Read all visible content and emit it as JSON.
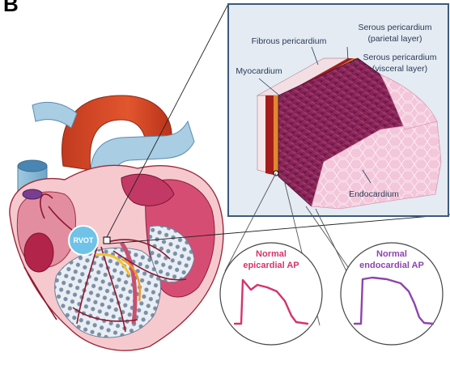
{
  "panel_letter": "B",
  "heart": {
    "rvot_label": "RVOT"
  },
  "inset": {
    "labels": {
      "serous_parietal_line1": "Serous pericardium",
      "serous_parietal_line2": "(parietal layer)",
      "fibrous": "Fibrous pericardium",
      "serous_visceral_line1": "Serous pericardium",
      "serous_visceral_line2": "(visceral layer)",
      "myocardium": "Myocardium",
      "endocardium": "Endocardium"
    }
  },
  "action_potentials": {
    "epicardial": {
      "line1": "Normal",
      "line2": "epicardial AP",
      "color": "#d6336c"
    },
    "endocardial": {
      "line1": "Normal",
      "line2": "endocardial AP",
      "color": "#8e44ad"
    }
  },
  "colors": {
    "inset_border": "#3d5a7a",
    "inset_bg": "#e4ebf3",
    "myocardium": "#8a1f55",
    "endocardium": "#f2c4d8",
    "fibrous": "#f3dfe3",
    "parietal": "#a31d1d",
    "visceral": "#e0892a"
  }
}
